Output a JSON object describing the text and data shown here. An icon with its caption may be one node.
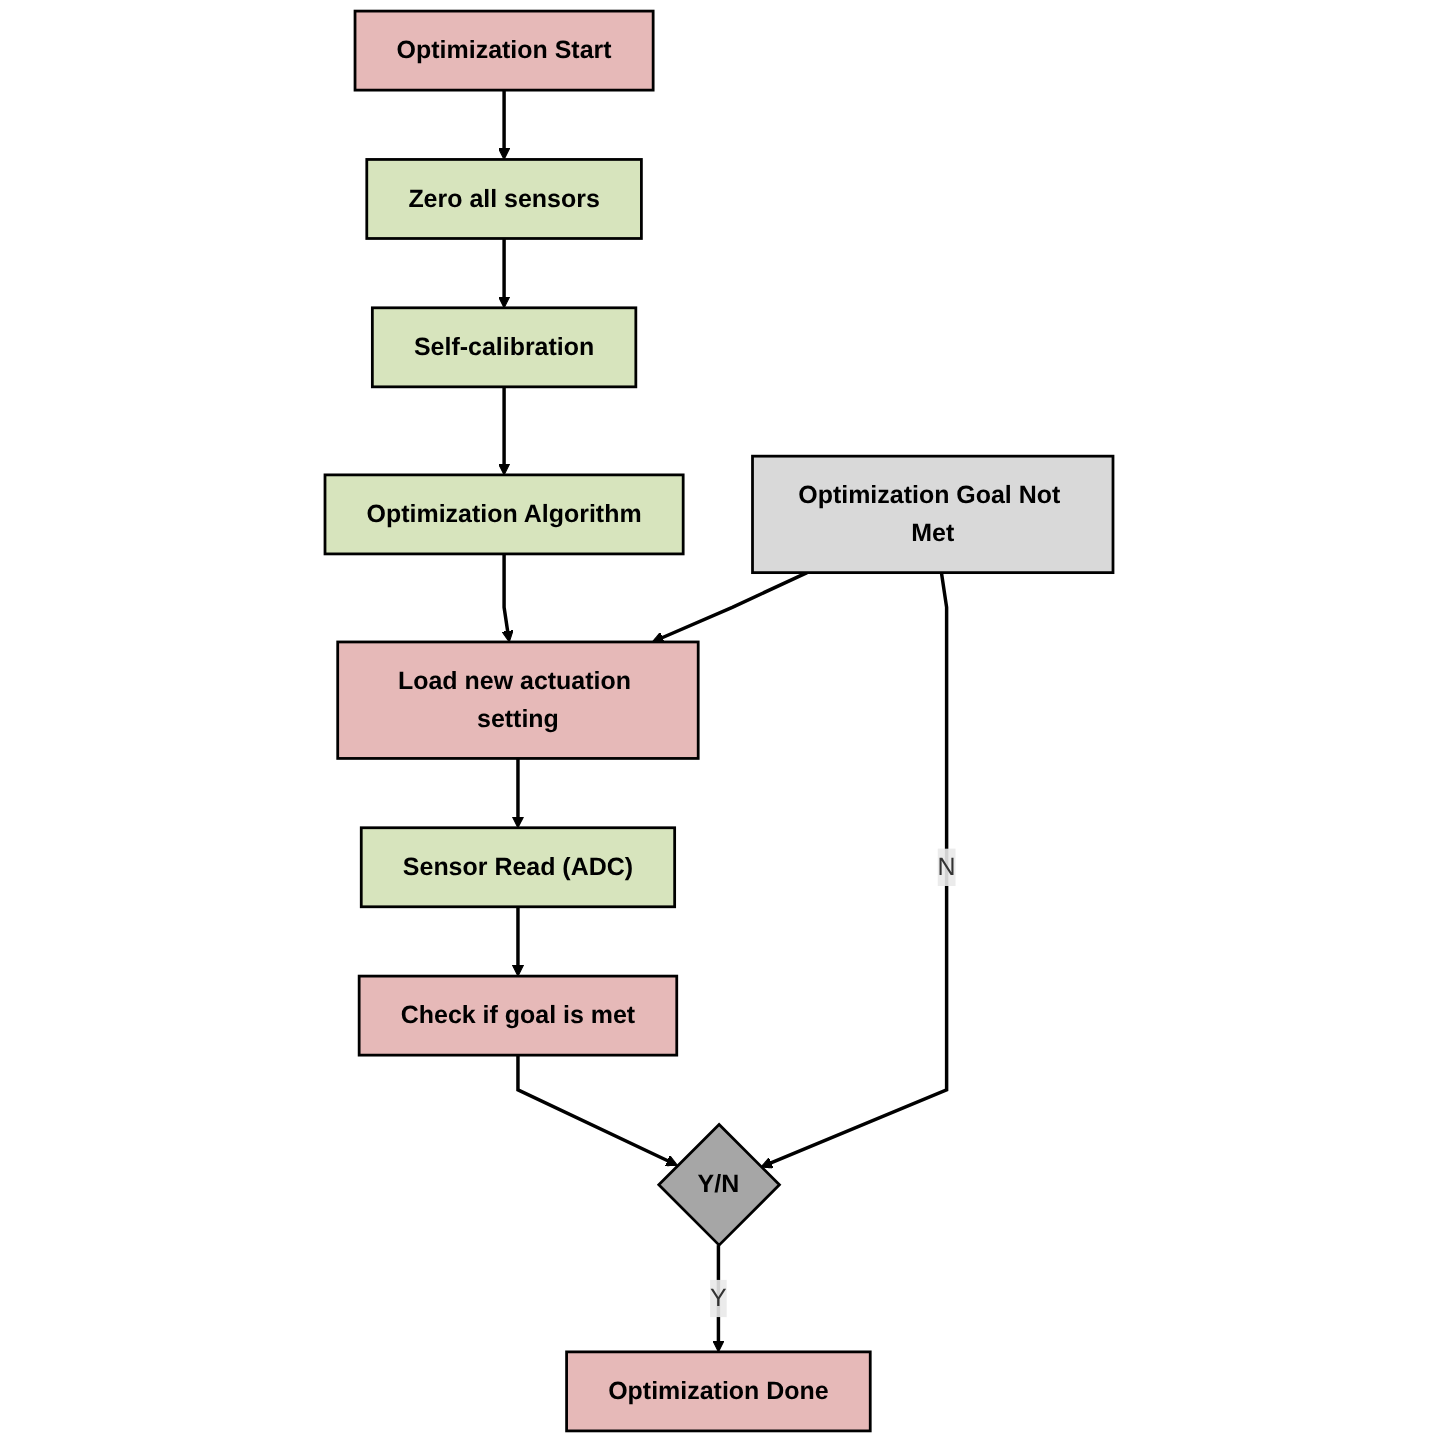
{
  "diagram": {
    "nodes": [
      {
        "text": [
          "Optimization Start"
        ]
      },
      {
        "text": [
          "Zero all sensors"
        ]
      },
      {
        "text": [
          "Self-calibration"
        ]
      },
      {
        "text": [
          "Optimization Algorithm"
        ]
      },
      {
        "text": [
          "Load new actuation setting"
        ]
      },
      {
        "text": [
          "Sensor Read (ADC)"
        ]
      },
      {
        "text": [
          "Check if goal is met"
        ]
      },
      {
        "text": [
          "Y/N"
        ]
      },
      {
        "text": [
          "Optimization Done"
        ]
      },
      {
        "text": [
          "Optimization Goal Not Met"
        ]
      }
    ],
    "edges": [
      {
        "from": 0,
        "to": 1,
        "arrow": "to"
      },
      {
        "from": 1,
        "to": 2,
        "arrow": "to"
      },
      {
        "from": 2,
        "to": 3,
        "arrow": "to"
      },
      {
        "from": 3,
        "to": 4,
        "arrow": "to"
      },
      {
        "from": 4,
        "to": 5,
        "arrow": "to"
      },
      {
        "from": 5,
        "to": 6,
        "arrow": "to"
      },
      {
        "from": 6,
        "to": 7,
        "arrow": "to"
      },
      {
        "from": 7,
        "to": 8,
        "label": "Y",
        "arrow": "to"
      },
      {
        "from": 9,
        "to": 7,
        "label": "N",
        "arrow": "to"
      },
      {
        "from": 9,
        "to": 4,
        "arrow": "to"
      }
    ]
  }
}
